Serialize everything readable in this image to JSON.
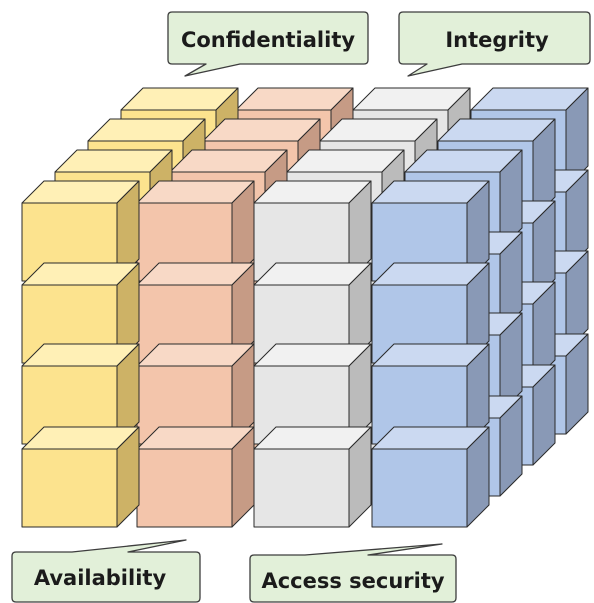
{
  "labels": {
    "confidentiality": "Confidentiality",
    "integrity": "Integrity",
    "availability": "Availability",
    "access_security": "Access security"
  },
  "colors": {
    "callout_fill": "#e2f0d9",
    "callout_stroke": "#3d3d3d",
    "cube_stroke": "#2a2a2a",
    "yellow": {
      "front": "#fce38e",
      "top": "#fff0b6",
      "side": "#cdb266"
    },
    "orange": {
      "front": "#f3c5ab",
      "top": "#f8d9c6",
      "side": "#c69b85"
    },
    "gray": {
      "front": "#e6e6e6",
      "top": "#f1f1f1",
      "side": "#bbbbbb"
    },
    "blue": {
      "front": "#b0c6e8",
      "top": "#cbd9f1",
      "side": "#8999b6"
    }
  },
  "cube_grid": {
    "columns": [
      "yellow",
      "orange",
      "gray",
      "blue"
    ],
    "rows": 4,
    "depth": 4
  }
}
